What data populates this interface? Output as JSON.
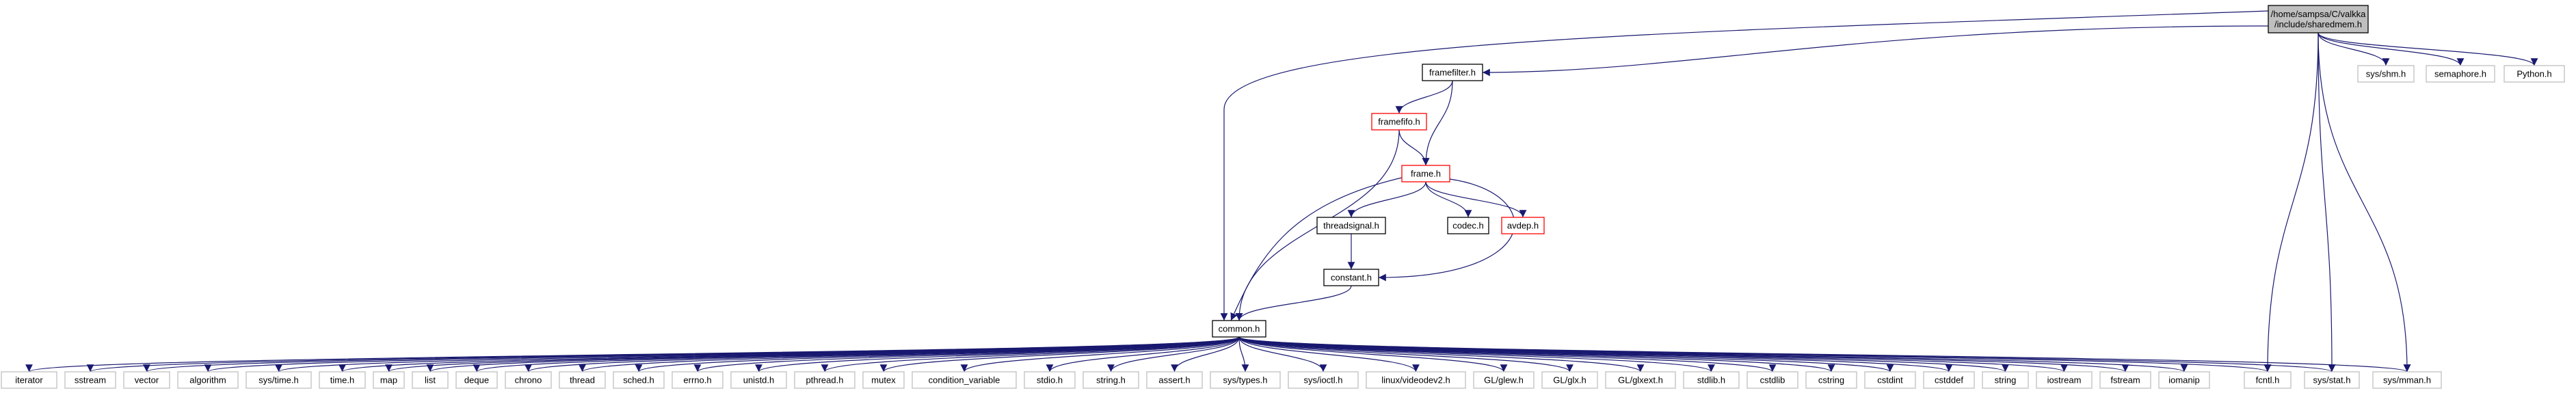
{
  "nodes": {
    "root": {
      "lines": [
        "/home/sampsa/C/valkka",
        "/include/sharedmem.h"
      ],
      "style": "root"
    },
    "framefilter": {
      "lines": [
        "framefilter.h"
      ],
      "style": "black"
    },
    "framefifo": {
      "lines": [
        "framefifo.h"
      ],
      "style": "red"
    },
    "frame": {
      "lines": [
        "frame.h"
      ],
      "style": "red"
    },
    "threadsignal": {
      "lines": [
        "threadsignal.h"
      ],
      "style": "black"
    },
    "codec": {
      "lines": [
        "codec.h"
      ],
      "style": "black"
    },
    "avdep": {
      "lines": [
        "avdep.h"
      ],
      "style": "red"
    },
    "constant": {
      "lines": [
        "constant.h"
      ],
      "style": "black"
    },
    "common": {
      "lines": [
        "common.h"
      ],
      "style": "black"
    },
    "shm": {
      "lines": [
        "sys/shm.h"
      ],
      "style": "gray"
    },
    "semaphore": {
      "lines": [
        "semaphore.h"
      ],
      "style": "gray"
    },
    "python": {
      "lines": [
        "Python.h"
      ],
      "style": "gray"
    },
    "iterator": {
      "lines": [
        "iterator"
      ],
      "style": "gray"
    },
    "sstream": {
      "lines": [
        "sstream"
      ],
      "style": "gray"
    },
    "vector": {
      "lines": [
        "vector"
      ],
      "style": "gray"
    },
    "algorithm": {
      "lines": [
        "algorithm"
      ],
      "style": "gray"
    },
    "systime": {
      "lines": [
        "sys/time.h"
      ],
      "style": "gray"
    },
    "timeh": {
      "lines": [
        "time.h"
      ],
      "style": "gray"
    },
    "map": {
      "lines": [
        "map"
      ],
      "style": "gray"
    },
    "list": {
      "lines": [
        "list"
      ],
      "style": "gray"
    },
    "deque": {
      "lines": [
        "deque"
      ],
      "style": "gray"
    },
    "chrono": {
      "lines": [
        "chrono"
      ],
      "style": "gray"
    },
    "thread": {
      "lines": [
        "thread"
      ],
      "style": "gray"
    },
    "sched": {
      "lines": [
        "sched.h"
      ],
      "style": "gray"
    },
    "errno": {
      "lines": [
        "errno.h"
      ],
      "style": "gray"
    },
    "unistd": {
      "lines": [
        "unistd.h"
      ],
      "style": "gray"
    },
    "pthread": {
      "lines": [
        "pthread.h"
      ],
      "style": "gray"
    },
    "mutex": {
      "lines": [
        "mutex"
      ],
      "style": "gray"
    },
    "condvar": {
      "lines": [
        "condition_variable"
      ],
      "style": "gray"
    },
    "stdio": {
      "lines": [
        "stdio.h"
      ],
      "style": "gray"
    },
    "stringh": {
      "lines": [
        "string.h"
      ],
      "style": "gray"
    },
    "assert": {
      "lines": [
        "assert.h"
      ],
      "style": "gray"
    },
    "systypes": {
      "lines": [
        "sys/types.h"
      ],
      "style": "gray"
    },
    "sysioctl": {
      "lines": [
        "sys/ioctl.h"
      ],
      "style": "gray"
    },
    "videodev": {
      "lines": [
        "linux/videodev2.h"
      ],
      "style": "gray"
    },
    "glew": {
      "lines": [
        "GL/glew.h"
      ],
      "style": "gray"
    },
    "glx": {
      "lines": [
        "GL/glx.h"
      ],
      "style": "gray"
    },
    "glxext": {
      "lines": [
        "GL/glxext.h"
      ],
      "style": "gray"
    },
    "stdlib": {
      "lines": [
        "stdlib.h"
      ],
      "style": "gray"
    },
    "cstdlib": {
      "lines": [
        "cstdlib"
      ],
      "style": "gray"
    },
    "cstring": {
      "lines": [
        "cstring"
      ],
      "style": "gray"
    },
    "cstdint": {
      "lines": [
        "cstdint"
      ],
      "style": "gray"
    },
    "cstddef": {
      "lines": [
        "cstddef"
      ],
      "style": "gray"
    },
    "string": {
      "lines": [
        "string"
      ],
      "style": "gray"
    },
    "iostream": {
      "lines": [
        "iostream"
      ],
      "style": "gray"
    },
    "fstream": {
      "lines": [
        "fstream"
      ],
      "style": "gray"
    },
    "iomanip": {
      "lines": [
        "iomanip"
      ],
      "style": "gray"
    },
    "fcntl": {
      "lines": [
        "fcntl.h"
      ],
      "style": "gray"
    },
    "sysstat": {
      "lines": [
        "sys/stat.h"
      ],
      "style": "gray"
    },
    "sysmman": {
      "lines": [
        "sys/mman.h"
      ],
      "style": "gray"
    }
  },
  "edges": [
    [
      "root",
      "framefilter"
    ],
    [
      "root",
      "common"
    ],
    [
      "root",
      "shm"
    ],
    [
      "root",
      "semaphore"
    ],
    [
      "root",
      "python"
    ],
    [
      "root",
      "fcntl"
    ],
    [
      "root",
      "sysstat"
    ],
    [
      "root",
      "sysmman"
    ],
    [
      "framefilter",
      "framefifo"
    ],
    [
      "framefilter",
      "frame"
    ],
    [
      "framefifo",
      "frame"
    ],
    [
      "framefifo",
      "common"
    ],
    [
      "frame",
      "threadsignal"
    ],
    [
      "frame",
      "codec"
    ],
    [
      "frame",
      "avdep"
    ],
    [
      "frame",
      "constant"
    ],
    [
      "frame",
      "common"
    ],
    [
      "threadsignal",
      "constant"
    ],
    [
      "constant",
      "common"
    ],
    [
      "common",
      "iterator"
    ],
    [
      "common",
      "sstream"
    ],
    [
      "common",
      "vector"
    ],
    [
      "common",
      "algorithm"
    ],
    [
      "common",
      "systime"
    ],
    [
      "common",
      "timeh"
    ],
    [
      "common",
      "map"
    ],
    [
      "common",
      "list"
    ],
    [
      "common",
      "deque"
    ],
    [
      "common",
      "chrono"
    ],
    [
      "common",
      "thread"
    ],
    [
      "common",
      "sched"
    ],
    [
      "common",
      "errno"
    ],
    [
      "common",
      "unistd"
    ],
    [
      "common",
      "pthread"
    ],
    [
      "common",
      "mutex"
    ],
    [
      "common",
      "condvar"
    ],
    [
      "common",
      "stdio"
    ],
    [
      "common",
      "stringh"
    ],
    [
      "common",
      "assert"
    ],
    [
      "common",
      "systypes"
    ],
    [
      "common",
      "sysioctl"
    ],
    [
      "common",
      "videodev"
    ],
    [
      "common",
      "glew"
    ],
    [
      "common",
      "glx"
    ],
    [
      "common",
      "glxext"
    ],
    [
      "common",
      "stdlib"
    ],
    [
      "common",
      "cstdlib"
    ],
    [
      "common",
      "cstring"
    ],
    [
      "common",
      "cstdint"
    ],
    [
      "common",
      "cstddef"
    ],
    [
      "common",
      "string"
    ],
    [
      "common",
      "iostream"
    ],
    [
      "common",
      "fstream"
    ],
    [
      "common",
      "iomanip"
    ],
    [
      "common",
      "fcntl"
    ],
    [
      "common",
      "sysstat"
    ],
    [
      "common",
      "sysmman"
    ]
  ],
  "colors": {
    "edge": "#191970",
    "red_border": "#ff0000",
    "gray_border": "#bfbfbf",
    "root_fill": "#bfbfbf",
    "black_border": "#000000"
  }
}
